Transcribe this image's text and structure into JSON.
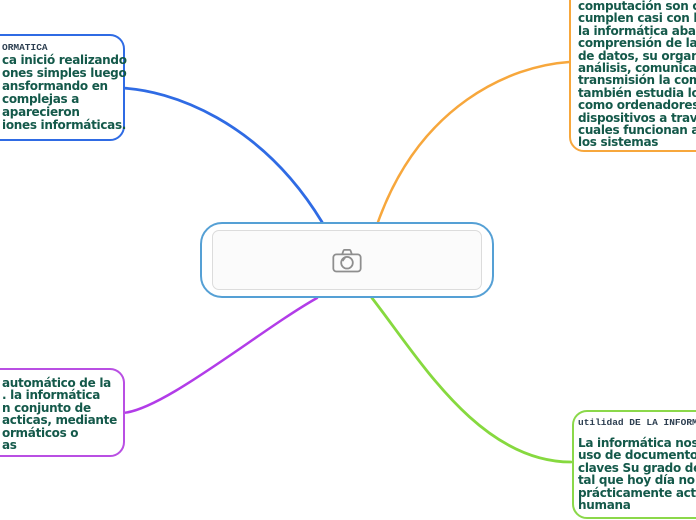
{
  "app": {
    "type": "mindmap",
    "background": "#ffffff"
  },
  "center": {
    "icon": "camera-icon",
    "icon_color": "#8e8e8e",
    "border_color": "#55a0d5"
  },
  "nodes": {
    "top_left": {
      "label": "ORMATICA",
      "branch_color": "#2f6be4",
      "lines": [
        "ca inició realizando",
        "ones simples luego",
        "ansformando en",
        "complejas a",
        "aparecieron",
        "iones informáticas."
      ]
    },
    "top_right": {
      "branch_color": "#f7a73c",
      "lines": [
        "computación son cie",
        "cumplen casi con las",
        "la informática abarc",
        "comprensión de la c",
        "de datos, su organiz",
        "análisis, comunicaci",
        "transmisión la comp",
        "también estudia los",
        "como ordenadores c",
        "dispositivos a través",
        "cuales funcionan alg",
        "los sistemas"
      ]
    },
    "bottom_left": {
      "branch_color": "#b23ce8",
      "lines": [
        "automático de la",
        ". la informática",
        "n conjunto de",
        "acticas, mediante",
        "ormáticos o",
        "as"
      ]
    },
    "bottom_right": {
      "label": "utilidad DE LA INFORMA",
      "branch_color": "#86d93f",
      "lines": [
        "La informática nos f",
        "uso de documentos",
        "claves Su grado de",
        "tal que hoy día no h",
        "prácticamente activ",
        "humana"
      ]
    }
  },
  "text_color": "#14594a",
  "label_color": "#2c3e50"
}
